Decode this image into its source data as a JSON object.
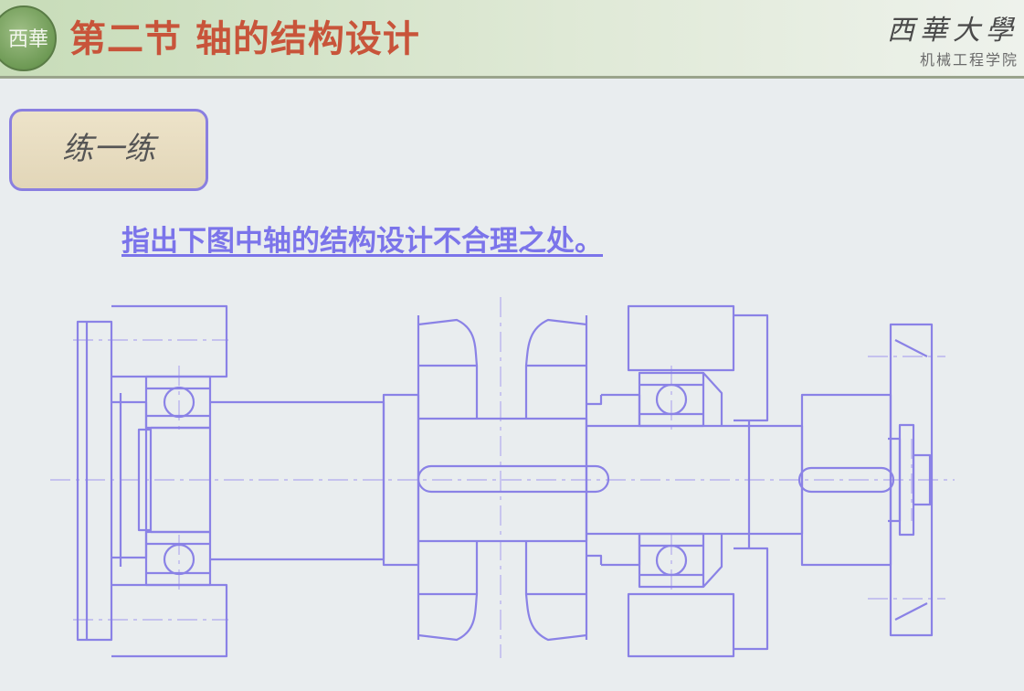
{
  "header": {
    "logo_text": "西華",
    "title": "第二节 轴的结构设计",
    "school_name": "西華大學",
    "school_dept": "机械工程学院"
  },
  "badge": {
    "label": "练一练"
  },
  "question": {
    "text": "指出下图中轴的结构设计不合理之处。"
  },
  "drawing": {
    "line_color": "#8a82e6",
    "center_line_color": "#b9b4ee"
  }
}
